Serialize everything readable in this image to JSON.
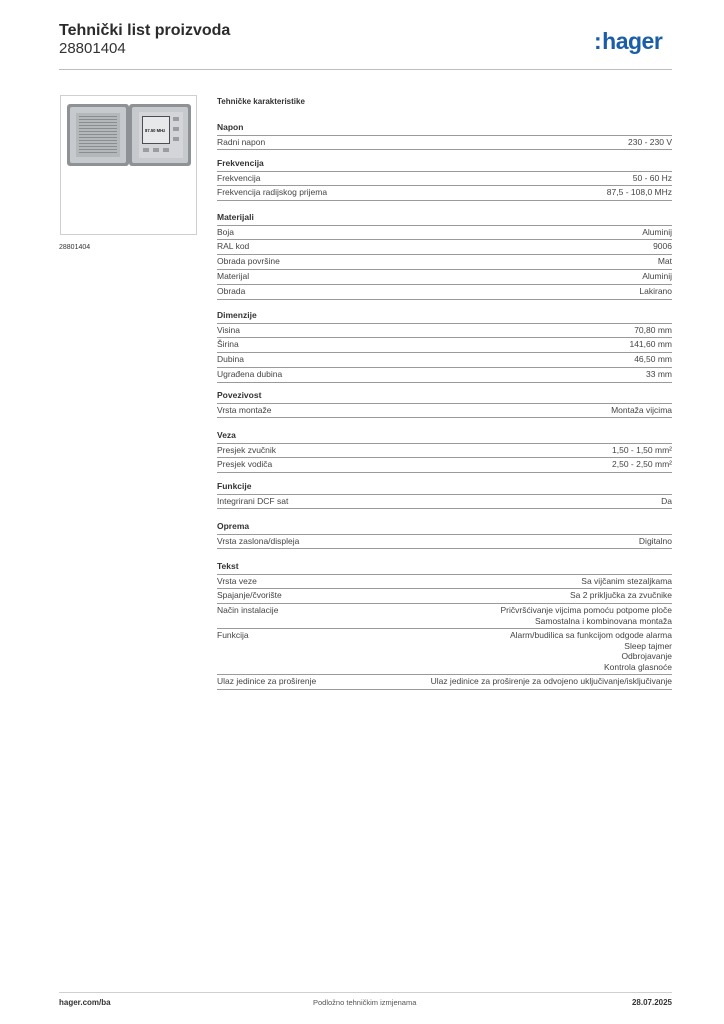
{
  "header": {
    "title": "Tehnički list proizvoda",
    "code": "28801404",
    "logo": "hager"
  },
  "product": {
    "code_label": "28801404",
    "display_freq": "87.50 MHz"
  },
  "section_title": "Tehničke karakteristike",
  "groups": [
    {
      "title": "Napon",
      "rows": [
        [
          "Radni napon",
          "230 - 230 V"
        ]
      ]
    },
    {
      "title": "Frekvencija",
      "rows": [
        [
          "Frekvencija",
          "50 - 60 Hz"
        ],
        [
          "Frekvencija radijskog prijema",
          "87,5 - 108,0 MHz"
        ]
      ]
    },
    {
      "title": "Materijali",
      "rows": [
        [
          "Boja",
          "Aluminij"
        ],
        [
          "RAL kod",
          "9006"
        ],
        [
          "Obrada površine",
          "Mat"
        ],
        [
          "Materijal",
          "Aluminij"
        ],
        [
          "Obrada",
          "Lakirano"
        ]
      ]
    },
    {
      "title": "Dimenzije",
      "rows": [
        [
          "Visina",
          "70,80 mm"
        ],
        [
          "Širina",
          "141,60 mm"
        ],
        [
          "Dubina",
          "46,50 mm"
        ],
        [
          "Ugrađena dubina",
          "33 mm"
        ]
      ]
    },
    {
      "title": "Povezivost",
      "rows": [
        [
          "Vrsta montaže",
          "Montaža vijcima"
        ]
      ]
    },
    {
      "title": "Veza",
      "rows": [
        [
          "Presjek zvučnik",
          "1,50 - 1,50 mm²"
        ],
        [
          "Presjek vodiča",
          "2,50 - 2,50 mm²"
        ]
      ]
    },
    {
      "title": "Funkcije",
      "rows": [
        [
          "Integrirani DCF sat",
          "Da"
        ]
      ]
    },
    {
      "title": "Oprema",
      "rows": [
        [
          "Vrsta zaslona/displeja",
          "Digitalno"
        ]
      ]
    },
    {
      "title": "Tekst",
      "rows": [
        [
          "Vrsta veze",
          "Sa vijčanim stezaljkama"
        ],
        [
          "Spajanje/čvorište",
          "Sa 2 priključka za zvučnike"
        ],
        [
          "Način instalacije",
          "Pričvršćivanje vijcima pomoću potpome ploče\nSamostalna i kombinovana montaža"
        ],
        [
          "Funkcija",
          "Alarm/budilica sa funkcijom odgode alarma\nSleep tajmer\nOdbrojavanje\nKontrola glasnoće"
        ],
        [
          "Ulaz jedinice za proširenje",
          "Ulaz jedinice za proširenje za odvojeno uključivanje/isključivanje"
        ]
      ]
    }
  ],
  "footer": {
    "left": "hager.com/ba",
    "middle": "Podložno tehničkim izmjenama",
    "right": "28.07.2025"
  }
}
